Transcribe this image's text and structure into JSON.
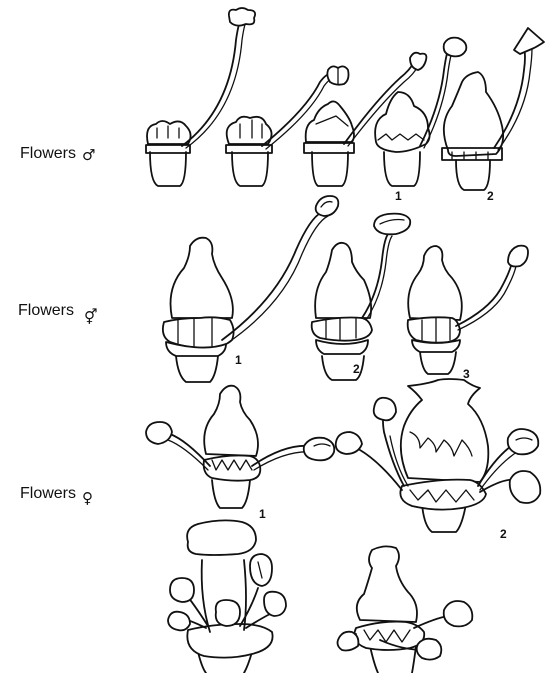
{
  "rows": [
    {
      "label": "Flowers",
      "symbol": "♂",
      "numbers": [
        "1",
        "2"
      ]
    },
    {
      "label": "Flowers",
      "symbol": "⚥",
      "numbers": [
        "1",
        "2",
        "3"
      ]
    },
    {
      "label": "Flowers",
      "symbol": "♀",
      "numbers": [
        "1",
        "2"
      ]
    }
  ]
}
